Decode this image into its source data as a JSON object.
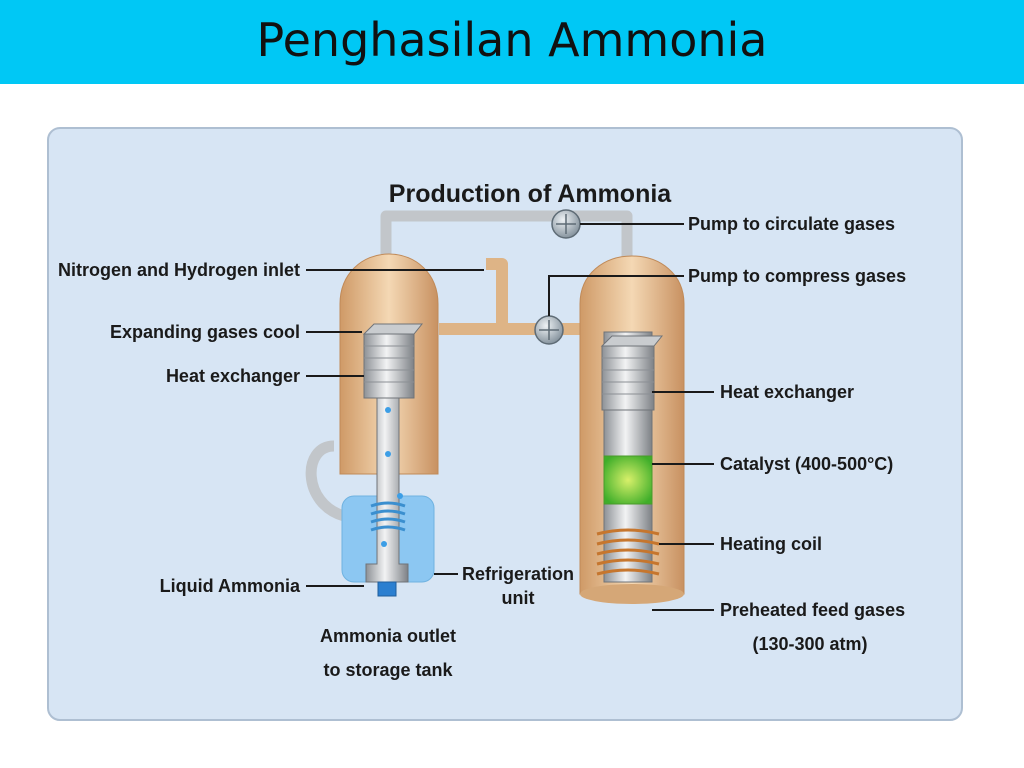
{
  "slide": {
    "title": "Penghasilan Ammonia"
  },
  "diagram": {
    "heading": "Production of Ammonia",
    "labels": {
      "pump_circulate": "Pump to circulate gases",
      "inlet": "Nitrogen and Hydrogen  inlet",
      "pump_compress": "Pump to compress gases",
      "expanding": "Expanding gases cool",
      "heat_exchanger_left": "Heat exchanger",
      "heat_exchanger_right": "Heat exchanger",
      "catalyst": "Catalyst (400-500°C)",
      "heating_coil": "Heating coil",
      "liquid_ammonia": "Liquid Ammonia",
      "refrigeration_1": "Refrigeration",
      "refrigeration_2": "unit",
      "outlet_1": "Ammonia outlet",
      "outlet_2": "to storage tank",
      "preheated_1": "Preheated feed gases",
      "preheated_2": "(130-300 atm)"
    },
    "colors": {
      "background": "#d7e5f4",
      "vessel": "#e3b98c",
      "pipe": "#c2c6ca",
      "catalyst": "#7ed23c",
      "coil": "#c6762e",
      "refrigeration": "#8cc7f2",
      "pump": "#9eabb5"
    }
  }
}
